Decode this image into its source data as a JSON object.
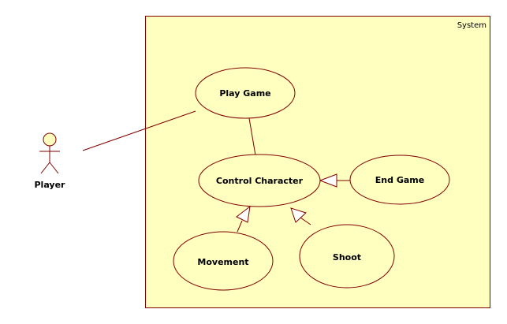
{
  "colors": {
    "boundary_fill": "#ffffc0",
    "stroke": "#800000",
    "actor_fill": "#ffffc0",
    "arrowhead_fill": "#ffffff",
    "text": "#000000"
  },
  "system": {
    "label": "System"
  },
  "actor": {
    "name": "Player",
    "icon": "stick-figure-actor"
  },
  "use_cases": {
    "play_game": "Play Game",
    "control_character": "Control Character",
    "end_game": "End Game",
    "movement": "Movement",
    "shoot": "Shoot"
  },
  "relationships": [
    {
      "from": "Player",
      "to": "Play Game",
      "type": "association"
    },
    {
      "from": "Play Game",
      "to": "Control Character",
      "type": "association"
    },
    {
      "from": "End Game",
      "to": "Control Character",
      "type": "generalization"
    },
    {
      "from": "Movement",
      "to": "Control Character",
      "type": "generalization"
    },
    {
      "from": "Shoot",
      "to": "Control Character",
      "type": "generalization"
    }
  ]
}
